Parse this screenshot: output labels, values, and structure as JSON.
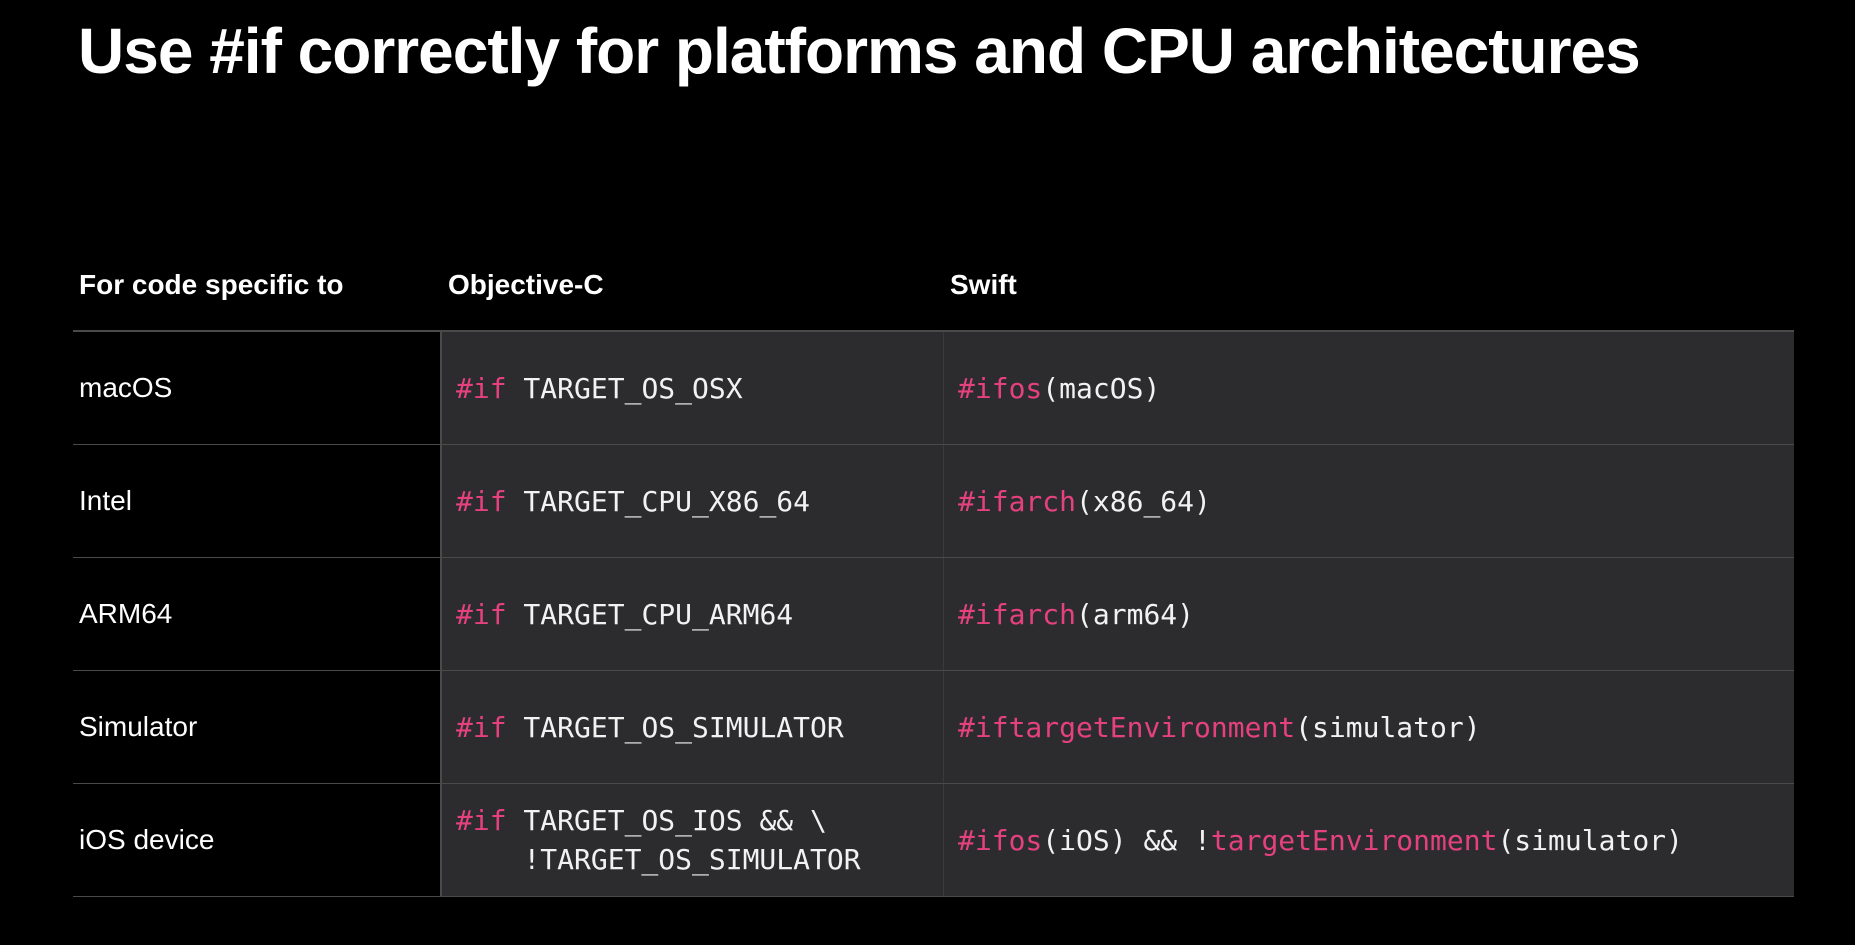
{
  "slide": {
    "title": "Use #if correctly for platforms and CPU architectures"
  },
  "table": {
    "headers": [
      "For code specific to",
      "Objective-C",
      "Swift"
    ],
    "rows": [
      {
        "label": "macOS",
        "objc": {
          "kw": "#if",
          "expr": " TARGET_OS_OSX"
        },
        "swift": {
          "kw": "#if",
          "fn": "os",
          "args": "(macOS)"
        }
      },
      {
        "label": "Intel",
        "objc": {
          "kw": "#if",
          "expr": " TARGET_CPU_X86_64"
        },
        "swift": {
          "kw": "#if",
          "fn": "arch",
          "args": "(x86_64)"
        }
      },
      {
        "label": "ARM64",
        "objc": {
          "kw": "#if",
          "expr": " TARGET_CPU_ARM64"
        },
        "swift": {
          "kw": "#if",
          "fn": "arch",
          "args": "(arm64)"
        }
      },
      {
        "label": "Simulator",
        "objc": {
          "kw": "#if",
          "expr": " TARGET_OS_SIMULATOR"
        },
        "swift": {
          "kw": "#if",
          "fn": "targetEnvironment",
          "args": "(simulator)"
        }
      },
      {
        "label": "iOS device",
        "objc": {
          "kw": "#if",
          "expr": " TARGET_OS_IOS && \\",
          "expr2": "    !TARGET_OS_SIMULATOR"
        },
        "swift": {
          "kw": "#if",
          "fn": "os",
          "args": "(iOS) && !",
          "fn2": "targetEnvironment",
          "args2": "(simulator)"
        }
      }
    ]
  },
  "colors": {
    "background": "#000000",
    "code_cell": "#2c2c2e",
    "keyword": "#e4417e",
    "text": "#ffffff"
  }
}
